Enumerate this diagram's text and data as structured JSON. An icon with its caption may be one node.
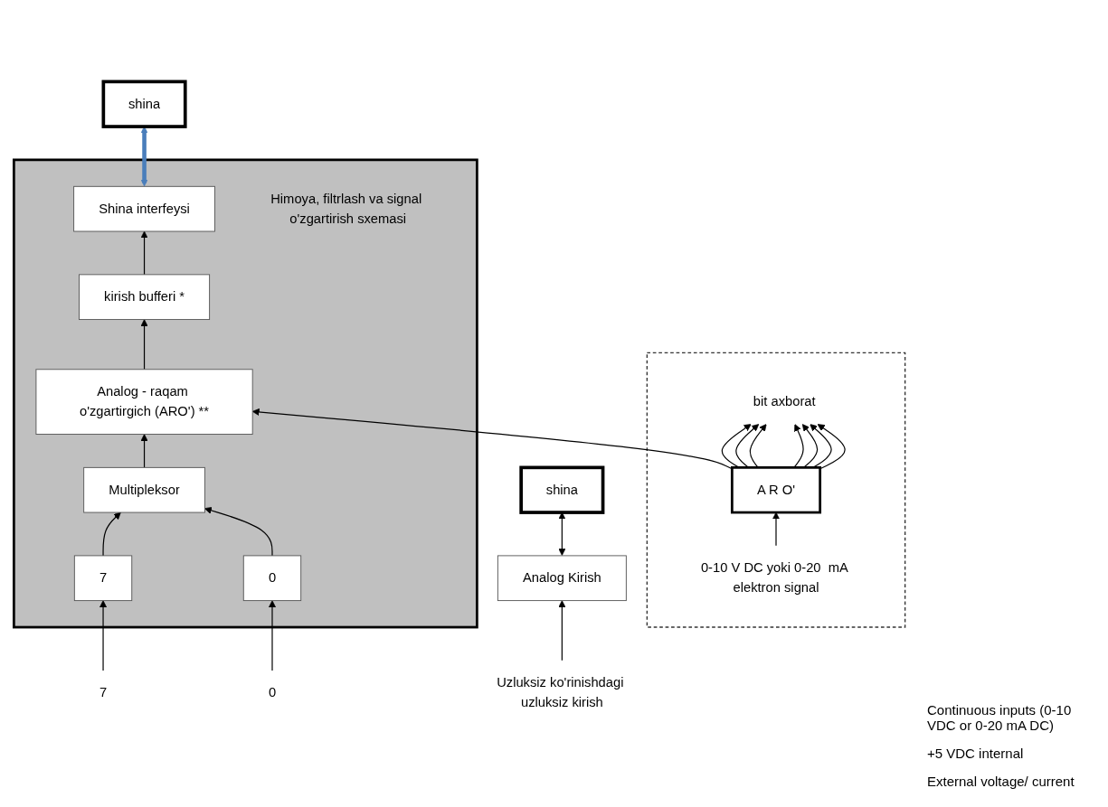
{
  "diagram": {
    "nodes": [
      {
        "text": [
          "shina"
        ]
      },
      {
        "text": [
          "Analog Kirish"
        ]
      },
      {
        "text": [
          "Uzluksiz ko'rinishdagi uzluksiz kirish"
        ]
      },
      {
        "text": [],
        "shape": "box"
      },
      {
        "text": [
          "A R O'"
        ],
        "in": 3
      },
      {
        "text": [
          "0-10 V DC yoki 0-20  mA elektron signal"
        ],
        "in": 3
      },
      {
        "text": [
          "bit axborat"
        ],
        "in": 3
      },
      {
        "text": [
          "shina"
        ]
      },
      {
        "text": [],
        "shape": "box"
      },
      {
        "text": [
          "Shina interfeysi"
        ],
        "in": 8
      },
      {
        "text": [
          "kirish bufferi *"
        ],
        "in": 8
      },
      {
        "text": [
          "Analog - raqam o'zgartirgich (ARO') **"
        ],
        "in": 8
      },
      {
        "text": [
          "Multipleksor"
        ],
        "in": 8
      },
      {
        "text": [
          "7"
        ],
        "in": 8
      },
      {
        "text": [
          "Himoya, filtrlash va signal o'zgartirish sxemasi"
        ],
        "in": 8
      },
      {
        "text": [
          "0"
        ],
        "in": 8
      },
      {
        "text": [
          "7"
        ]
      },
      {
        "text": [
          "0"
        ]
      }
    ],
    "edges": [
      {
        "from": 1,
        "to": 0,
        "arrow": "both"
      },
      {
        "from": 2,
        "to": 1,
        "arrow": "to"
      },
      {
        "from": 5,
        "to": 4,
        "arrow": "to"
      },
      {
        "from": 4,
        "to": 6,
        "arrow": "to"
      },
      {
        "from": 4,
        "to": 6,
        "arrow": "to"
      },
      {
        "from": 4,
        "to": 6,
        "arrow": "to"
      },
      {
        "from": 4,
        "to": 6,
        "arrow": "to"
      },
      {
        "from": 4,
        "to": 6,
        "arrow": "to"
      },
      {
        "from": 4,
        "to": 6,
        "arrow": "to"
      },
      {
        "from": 4,
        "to": 6,
        "arrow": "to"
      },
      {
        "from": 4,
        "to": 11,
        "arrow": "to"
      },
      {
        "from": 9,
        "to": 7,
        "arrow": "both",
        "style": "thick",
        "color": "#4a7ebb"
      },
      {
        "from": 10,
        "to": 9,
        "arrow": "to"
      },
      {
        "from": 11,
        "to": 10,
        "arrow": "to"
      },
      {
        "from": 12,
        "to": 11,
        "arrow": "to"
      },
      {
        "from": 13,
        "to": 12,
        "arrow": "to"
      },
      {
        "from": 15,
        "to": 12,
        "arrow": "to"
      },
      {
        "from": 16,
        "to": 13,
        "arrow": "to"
      },
      {
        "from": 17,
        "to": 15,
        "arrow": "to"
      }
    ],
    "labels": [
      "Continuous inputs (0-10 VDC or 0-20 mA DC)",
      "+5 VDC internal",
      "External voltage/ current"
    ]
  }
}
